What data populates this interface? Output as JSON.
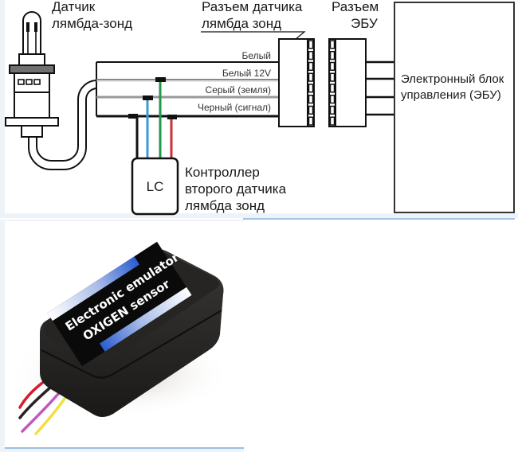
{
  "diagram": {
    "sensor_label": [
      "Датчик",
      "лямбда-зонд"
    ],
    "sensor_connector_label": [
      "Разъем датчика",
      "лямбда зонд"
    ],
    "ecu_connector_label": [
      "Разъем",
      "ЭБУ"
    ],
    "ecu_label": [
      "Электронный блок",
      "управления (ЭБУ)"
    ],
    "wires": [
      {
        "name": "Белый"
      },
      {
        "name": "Белый 12V"
      },
      {
        "name": "Серый (земля)"
      },
      {
        "name": "Черный (сигнал)"
      }
    ],
    "controller": {
      "box_label": "LC",
      "description": [
        "Контроллер",
        "второго датчика",
        "лямбда зонд"
      ]
    },
    "controller_wire_colors": {
      "black": "#111111",
      "blue": "#3b9ad9",
      "green": "#1e9a4a",
      "red": "#c83232"
    },
    "connector_pins": 8
  },
  "photo": {
    "device_text": [
      "Electronic emulator",
      "OXIGEN sensor"
    ],
    "lead_colors": [
      "#d81c2c",
      "#2a2222",
      "#c058c0",
      "#f0e040"
    ],
    "accent_blue": "#2f5fd0"
  },
  "panel_border_color": "#6aa0d0"
}
